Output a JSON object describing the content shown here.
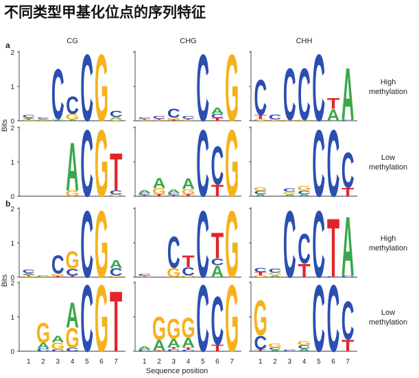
{
  "title": "不同类型甲基化位点的序列特征",
  "panel_letters": [
    "a",
    "b"
  ],
  "col_titles": [
    "CG",
    "CHG",
    "CHH"
  ],
  "row_labels": [
    [
      "High",
      "methylation"
    ],
    [
      "Low",
      "methylation"
    ],
    [
      "High",
      "methylation"
    ],
    [
      "Low",
      "methylation"
    ]
  ],
  "y_label": "Bits",
  "x_label": "Sequence position",
  "colors": {
    "A": "#3aa84a",
    "C": "#2a4fb0",
    "G": "#f5b21b",
    "T": "#e3242b"
  },
  "chart_data": {
    "type": "sequence-logo",
    "ylim": [
      0,
      2
    ],
    "yticks": [
      0,
      1,
      2
    ],
    "positions": [
      1,
      2,
      3,
      4,
      5,
      6,
      7
    ],
    "row_order": [
      "a-high",
      "a-low",
      "b-high",
      "b-low"
    ],
    "panels": [
      {
        "panel": "a",
        "group": "High methylation",
        "context": "CG",
        "logo": [
          [
            [
              "G",
              0.03
            ],
            [
              "T",
              0.03
            ],
            [
              "A",
              0.03
            ],
            [
              "C",
              0.08
            ]
          ],
          [
            [
              "G",
              0.03
            ],
            [
              "A",
              0.03
            ],
            [
              "C",
              0.04
            ]
          ],
          [
            [
              "A",
              0.03
            ],
            [
              "G",
              0.03
            ],
            [
              "C",
              1.5
            ]
          ],
          [
            [
              "A",
              0.03
            ],
            [
              "G",
              0.17
            ],
            [
              "C",
              0.52
            ]
          ],
          [
            [
              "C",
              2.0
            ]
          ],
          [
            [
              "G",
              2.0
            ]
          ],
          [
            [
              "G",
              0.05
            ],
            [
              "A",
              0.06
            ],
            [
              "C",
              0.18
            ]
          ]
        ]
      },
      {
        "panel": "a",
        "group": "High methylation",
        "context": "CHG",
        "logo": [
          [
            [
              "G",
              0.03
            ],
            [
              "T",
              0.03
            ],
            [
              "C",
              0.04
            ]
          ],
          [
            [
              "G",
              0.03
            ],
            [
              "T",
              0.03
            ],
            [
              "C",
              0.08
            ]
          ],
          [
            [
              "T",
              0.04
            ],
            [
              "G",
              0.05
            ],
            [
              "C",
              0.26
            ]
          ],
          [
            [
              "G",
              0.03
            ],
            [
              "T",
              0.03
            ],
            [
              "C",
              0.08
            ]
          ],
          [
            [
              "C",
              2.0
            ]
          ],
          [
            [
              "T",
              0.08
            ],
            [
              "C",
              0.12
            ],
            [
              "A",
              0.18
            ]
          ],
          [
            [
              "G",
              2.0
            ]
          ]
        ]
      },
      {
        "panel": "a",
        "group": "High methylation",
        "context": "CHH",
        "logo": [
          [
            [
              "G",
              0.05
            ],
            [
              "T",
              0.12
            ],
            [
              "C",
              1.05
            ]
          ],
          [
            [
              "G",
              0.04
            ],
            [
              "C",
              0.15
            ]
          ],
          [
            [
              "G",
              0.03
            ],
            [
              "C",
              1.55
            ]
          ],
          [
            [
              "G",
              0.03
            ],
            [
              "C",
              1.55
            ]
          ],
          [
            [
              "C",
              2.0
            ]
          ],
          [
            [
              "A",
              0.35
            ],
            [
              "T",
              0.32
            ]
          ],
          [
            [
              "C",
              0.03
            ],
            [
              "A",
              1.57
            ]
          ]
        ]
      },
      {
        "panel": "a",
        "group": "Low methylation",
        "context": "CG",
        "logo": [
          [],
          [],
          [],
          [
            [
              "G",
              0.17
            ],
            [
              "A",
              1.45
            ]
          ],
          [
            [
              "C",
              2.0
            ]
          ],
          [
            [
              "G",
              2.0
            ]
          ],
          [
            [
              "G",
              0.05
            ],
            [
              "C",
              0.12
            ],
            [
              "T",
              1.12
            ]
          ]
        ]
      },
      {
        "panel": "a",
        "group": "Low methylation",
        "context": "CHG",
        "logo": [
          [
            [
              "T",
              0.04
            ],
            [
              "C",
              0.06
            ],
            [
              "A",
              0.08
            ]
          ],
          [
            [
              "T",
              0.06
            ],
            [
              "G",
              0.18
            ],
            [
              "A",
              0.3
            ]
          ],
          [
            [
              "T",
              0.04
            ],
            [
              "C",
              0.06
            ],
            [
              "A",
              0.1
            ]
          ],
          [
            [
              "T",
              0.06
            ],
            [
              "G",
              0.15
            ],
            [
              "A",
              0.32
            ]
          ],
          [
            [
              "C",
              2.0
            ]
          ],
          [
            [
              "T",
              0.35
            ],
            [
              "C",
              1.15
            ]
          ],
          [
            [
              "G",
              2.0
            ]
          ]
        ]
      },
      {
        "panel": "a",
        "group": "Low methylation",
        "context": "CHH",
        "logo": [
          [
            [
              "A",
              0.06
            ],
            [
              "C",
              0.1
            ],
            [
              "G",
              0.1
            ]
          ],
          [],
          [
            [
              "A",
              0.06
            ],
            [
              "G",
              0.07
            ],
            [
              "C",
              0.1
            ]
          ],
          [
            [
              "A",
              0.06
            ],
            [
              "C",
              0.11
            ],
            [
              "G",
              0.13
            ]
          ],
          [
            [
              "C",
              2.0
            ]
          ],
          [
            [
              "C",
              2.0
            ]
          ],
          [
            [
              "T",
              0.25
            ],
            [
              "C",
              1.05
            ]
          ]
        ]
      },
      {
        "panel": "b",
        "group": "High methylation",
        "context": "CG",
        "logo": [
          [
            [
              "G",
              0.03
            ],
            [
              "T",
              0.04
            ],
            [
              "A",
              0.05
            ],
            [
              "C",
              0.1
            ]
          ],
          [
            [
              "G",
              0.02
            ],
            [
              "C",
              0.03
            ]
          ],
          [
            [
              "T",
              0.04
            ],
            [
              "G",
              0.07
            ],
            [
              "C",
              0.55
            ]
          ],
          [
            [
              "T",
              0.05
            ],
            [
              "C",
              0.2
            ],
            [
              "G",
              0.52
            ]
          ],
          [
            [
              "C",
              2.0
            ]
          ],
          [
            [
              "G",
              2.0
            ]
          ],
          [
            [
              "G",
              0.04
            ],
            [
              "C",
              0.22
            ],
            [
              "A",
              0.25
            ]
          ]
        ]
      },
      {
        "panel": "b",
        "group": "High methylation",
        "context": "CHG",
        "logo": [
          [
            [
              "G",
              0.02
            ],
            [
              "T",
              0.02
            ],
            [
              "C",
              0.06
            ]
          ],
          [],
          [
            [
              "G",
              0.27
            ],
            [
              "C",
              0.95
            ]
          ],
          [
            [
              "G",
              0.05
            ],
            [
              "C",
              0.25
            ],
            [
              "T",
              0.35
            ]
          ],
          [
            [
              "C",
              2.0
            ]
          ],
          [
            [
              "A",
              0.35
            ],
            [
              "C",
              0.2
            ],
            [
              "T",
              0.77
            ]
          ],
          [
            [
              "G",
              2.0
            ]
          ]
        ]
      },
      {
        "panel": "b",
        "group": "High methylation",
        "context": "CHH",
        "logo": [
          [
            [
              "G",
              0.05
            ],
            [
              "T",
              0.1
            ],
            [
              "C",
              0.12
            ]
          ],
          [
            [
              "A",
              0.07
            ],
            [
              "G",
              0.06
            ],
            [
              "C",
              0.12
            ]
          ],
          [
            [
              "C",
              2.0
            ]
          ],
          [
            [
              "T",
              0.4
            ],
            [
              "C",
              0.9
            ]
          ],
          [
            [
              "C",
              2.0
            ]
          ],
          [
            [
              "C",
              0.02
            ],
            [
              "T",
              1.75
            ]
          ],
          [
            [
              "C",
              0.05
            ],
            [
              "A",
              1.78
            ]
          ]
        ]
      },
      {
        "panel": "b",
        "group": "Low methylation",
        "context": "CG",
        "logo": [
          [],
          [
            [
              "C",
              0.08
            ],
            [
              "A",
              0.17
            ],
            [
              "G",
              0.6
            ]
          ],
          [
            [
              "C",
              0.06
            ],
            [
              "G",
              0.2
            ],
            [
              "A",
              0.2
            ]
          ],
          [
            [
              "C",
              0.1
            ],
            [
              "G",
              0.6
            ],
            [
              "A",
              0.75
            ]
          ],
          [
            [
              "C",
              2.0
            ]
          ],
          [
            [
              "G",
              2.0
            ]
          ],
          [
            [
              "T",
              1.8
            ]
          ]
        ]
      },
      {
        "panel": "b",
        "group": "Low methylation",
        "context": "CHG",
        "logo": [
          [
            [
              "C",
              0.06
            ],
            [
              "A",
              0.08
            ]
          ],
          [
            [
              "T",
              0.02
            ],
            [
              "A",
              0.32
            ],
            [
              "G",
              0.7
            ]
          ],
          [
            [
              "C",
              0.07
            ],
            [
              "T",
              0.05
            ],
            [
              "A",
              0.25
            ],
            [
              "G",
              0.6
            ]
          ],
          [
            [
              "C",
              0.05
            ],
            [
              "T",
              0.07
            ],
            [
              "A",
              0.28
            ],
            [
              "G",
              0.6
            ]
          ],
          [
            [
              "C",
              2.0
            ]
          ],
          [
            [
              "T",
              0.2
            ],
            [
              "C",
              1.45
            ]
          ],
          [
            [
              "G",
              2.0
            ]
          ]
        ]
      },
      {
        "panel": "b",
        "group": "Low methylation",
        "context": "CHH",
        "logo": [
          [
            [
              "T",
              0.06
            ],
            [
              "C",
              0.4
            ],
            [
              "G",
              1.05
            ]
          ],
          [
            [
              "A",
              0.05
            ],
            [
              "C",
              0.06
            ],
            [
              "G",
              0.12
            ]
          ],
          [
            [
              "C",
              0.04
            ],
            [
              "G",
              0.03
            ]
          ],
          [
            [
              "A",
              0.08
            ],
            [
              "C",
              0.1
            ],
            [
              "G",
              0.12
            ]
          ],
          [
            [
              "C",
              2.0
            ]
          ],
          [
            [
              "C",
              2.0
            ]
          ],
          [
            [
              "T",
              0.35
            ],
            [
              "C",
              1.15
            ]
          ]
        ]
      }
    ]
  }
}
